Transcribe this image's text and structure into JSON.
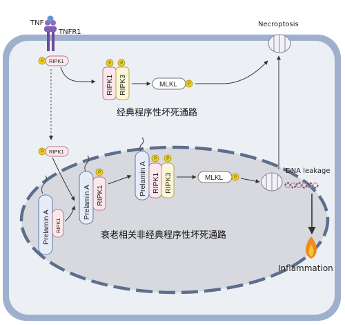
{
  "labels": {
    "tnf": "TNF",
    "tnfr1": "TNFR1",
    "necroptosis": "Necroptosis",
    "dna_leakage": "DNA leakage",
    "inflammation": "Inflammation",
    "classic_pathway": "经典程序性坏死通路",
    "senescence_pathway": "衰老相关非经典程序性坏死通路"
  },
  "proteins": {
    "ripk1": "RIPK1",
    "ripk3": "RIPK3",
    "mlkl": "MLKL",
    "prelamin_a": "Prelamin A",
    "p": "P"
  },
  "colors": {
    "cell_outer": "#9fb0cc",
    "cell_fill": "#eceff4",
    "nucleus_border": "#5c6e8c",
    "nucleus_fill": "#d7d9de",
    "ripk1_fill": "#fbe7ec",
    "ripk1_border": "#b9798a",
    "ripk3_fill": "#fbf7d6",
    "ripk3_border": "#b4a950",
    "prelamin_fill": "#e5ecf8",
    "prelamin_border": "#6a83b0",
    "phospho_fill": "#f0cf1e",
    "receptor_purple": "#6c4a9a",
    "flame": "#f08a1a"
  },
  "icons": [
    "phospho-circle",
    "tnf-receptor",
    "mlkl-pore-icon",
    "dna-strand-icon",
    "flame-icon"
  ]
}
